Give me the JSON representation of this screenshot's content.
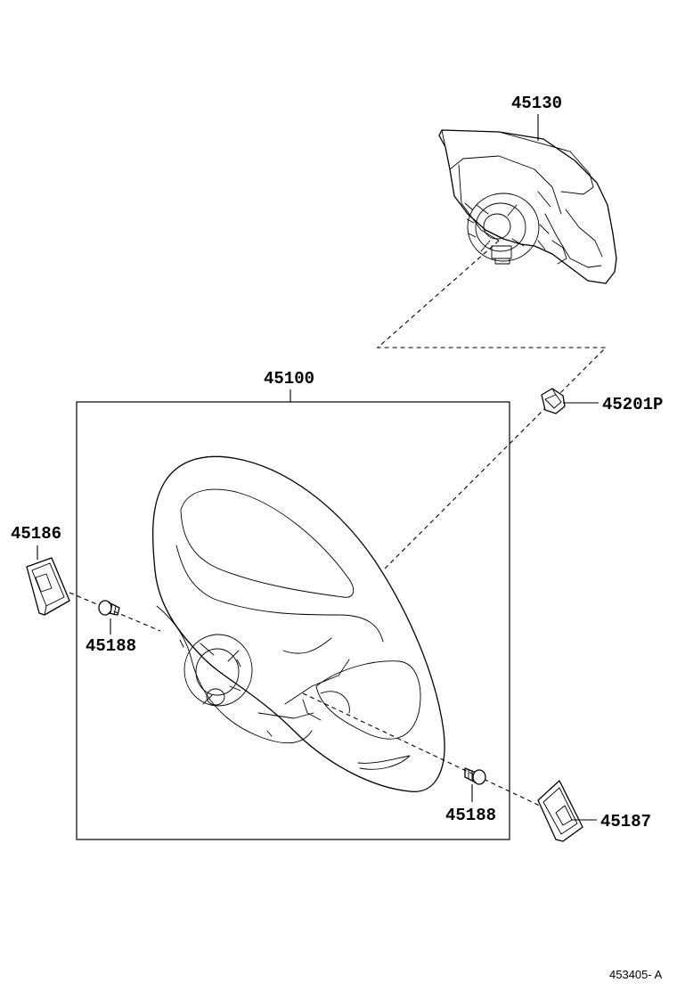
{
  "labels": {
    "airbag": "45130",
    "wheel_assy": "45100",
    "nut": "45201P",
    "cover_left": "45186",
    "screw_left": "45188",
    "screw_right": "45188",
    "cover_right": "45187"
  },
  "drawing_code": "453405- A"
}
